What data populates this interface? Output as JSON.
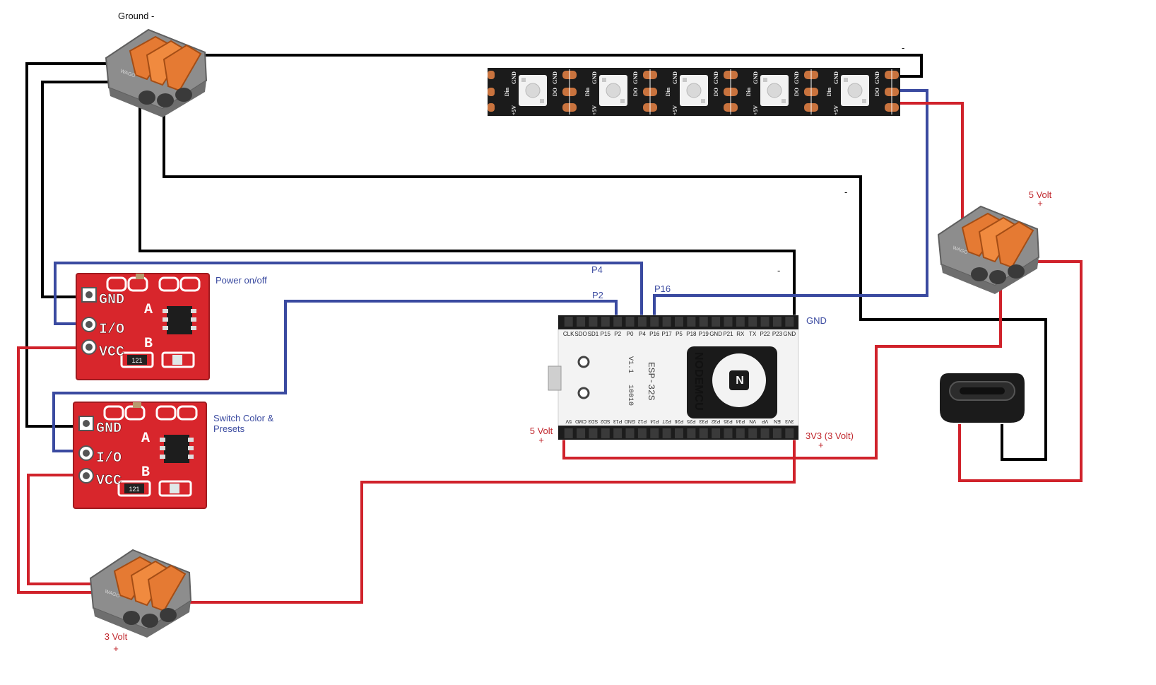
{
  "colors": {
    "ground_wire": "#000000",
    "data_wire": "#3a4aa0",
    "power_wire": "#d0222b",
    "board_red": "#d8262c",
    "strip_black": "#1b1b1b",
    "connector_gray": "#8b8b8b",
    "connector_lever": "#e57a33"
  },
  "labels": {
    "ground": "Ground -",
    "five_volt_top": "5 Volt",
    "five_volt_top_sign": "+",
    "power_switch": "Power on/off",
    "color_switch": "Switch Color & Presets",
    "three_volt": "3 Volt",
    "three_volt_sign": "+",
    "p4": "P4",
    "p2": "P2",
    "p16": "P16",
    "gnd": "GND",
    "esp_five_volt": "5 Volt",
    "esp_five_volt_sign": "+",
    "esp_3v3": "3V3 (3 Volt)",
    "esp_3v3_sign": "+",
    "dash_strip": "-",
    "dash_mid": "-",
    "dash_esp": "-"
  },
  "led_strip": {
    "pad_top": "GND",
    "pad_mid_in": "Din",
    "pad_mid_out": "DO",
    "pad_bottom": "+5V",
    "led_count": 5
  },
  "touch_module": {
    "pins": [
      "GND",
      "I/O",
      "VCC"
    ],
    "side_a": "A",
    "side_b": "B",
    "chip": "121"
  },
  "esp32": {
    "brand": "NODEMCU",
    "model": "ESP-32S",
    "version": "V1.1",
    "code": "10010",
    "top_pins": [
      "CLK",
      "SDO",
      "SD1",
      "P15",
      "P2",
      "P0",
      "P4",
      "P16",
      "P17",
      "P5",
      "P18",
      "P19",
      "GND",
      "P21",
      "RX",
      "TX",
      "P22",
      "P23",
      "GND"
    ],
    "bottom_pins": [
      "5V",
      "CMD",
      "SD3",
      "SD2",
      "P13",
      "GND",
      "P12",
      "P14",
      "P27",
      "P26",
      "P25",
      "P33",
      "P32",
      "P35",
      "P34",
      "VN",
      "VP",
      "EN",
      "3V3"
    ]
  }
}
